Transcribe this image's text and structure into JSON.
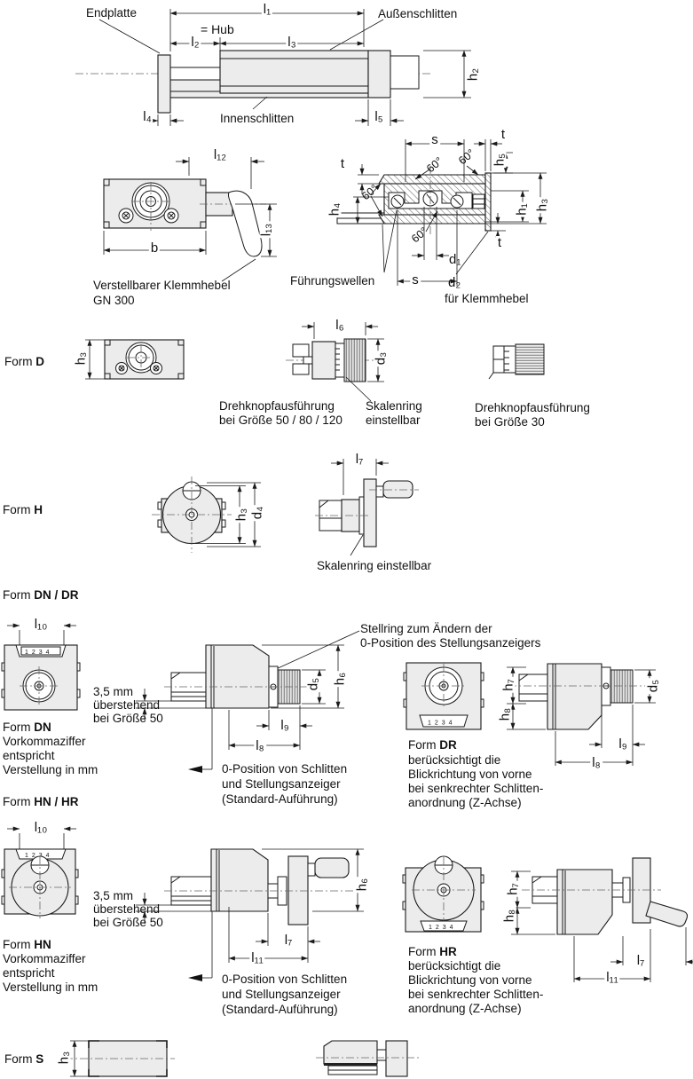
{
  "page": {
    "background": "#ffffff",
    "line_color": "#1a1a1a",
    "fill_color": "#ececec"
  },
  "dims": {
    "l1": "l₁",
    "l2": "l₂",
    "l3": "l₃",
    "l4": "l₄",
    "l5": "l₅",
    "l6": "l₆",
    "l7": "l₇",
    "l8": "l₈",
    "l9": "l₉",
    "l10": "l₁₀",
    "l11": "l₁₁",
    "l12": "l₁₂",
    "l13": "l₁₃",
    "h1": "h₁",
    "h2": "h₂",
    "h3": "h₃",
    "h4": "h₄",
    "h5": "h₅",
    "h6": "h₆",
    "h7": "h₇",
    "h8": "h₈",
    "d1": "d₁",
    "d2": "d₂",
    "d3": "d₃",
    "d4": "d₄",
    "d5": "d₅",
    "b": "b",
    "s": "s",
    "t": "t",
    "deg60": "60°",
    "hub": "= Hub",
    "counter": "1234"
  },
  "forms": {
    "prefix": "Form",
    "d": "D",
    "h": "H",
    "s": "S",
    "dn_dr": "DN / DR",
    "hn_hr": "HN / HR",
    "dn": "DN",
    "dr": "DR",
    "hn": "HN",
    "hr": "HR"
  },
  "texts": {
    "endplatte": "Endplatte",
    "aussenschlitten": "Außenschlitten",
    "innenschlitten": "Innenschlitten",
    "klemmhebel_1": "Verstellbarer Klemmhebel",
    "klemmhebel_2": "GN 300",
    "fuehrungswellen": "Führungswellen",
    "fuer_klemmhebel": "für Klemmhebel",
    "drehknopf_1": "Drehknopfausführung",
    "drehknopf_gross_2": "bei Größe 50 / 80 / 120",
    "drehknopf_klein_2": "bei Größe 30",
    "skalenring_1": "Skalenring",
    "skalenring_2": "einstellbar",
    "skalenring_einstellbar": "Skalenring einstellbar",
    "ueberstehend_1": "3,5 mm",
    "ueberstehend_2": "überstehend",
    "ueberstehend_3": "bei Größe 50",
    "stellring_1": "Stellring zum Ändern der",
    "stellring_2": "0-Position des Stellungsanzeigers",
    "vorkomma_1": "Vorkommaziffer",
    "vorkomma_2": "entspricht",
    "vorkomma_3": "Verstellung in mm",
    "nullpos_1": "0-Position von Schlitten",
    "nullpos_2": "und Stellungsanzeiger",
    "nullpos_3": "(Standard-Auführung)",
    "blick_1": "berücksichtigt die",
    "blick_2": "Blickrichtung von vorne",
    "blick_3": "bei senkrechter Schlitten-",
    "blick_4": "anordnung (Z-Achse)"
  }
}
